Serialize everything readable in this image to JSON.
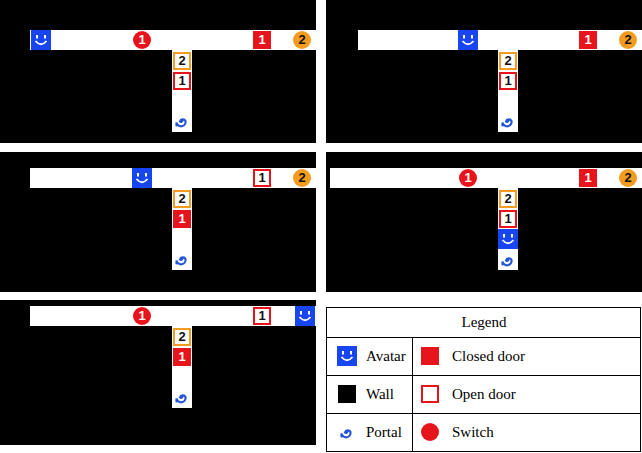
{
  "diagram": {
    "nodes": [
      {
        "text": [
          "1"
        ]
      },
      {
        "text": [
          "1"
        ]
      },
      {
        "text": [
          "2"
        ]
      },
      {
        "text": [
          "2"
        ]
      },
      {
        "text": [
          "1"
        ]
      },
      {
        "text": [
          "1"
        ]
      },
      {
        "text": [
          "2"
        ]
      },
      {
        "text": [
          "2"
        ]
      },
      {
        "text": [
          "1"
        ]
      },
      {
        "text": [
          "1"
        ]
      },
      {
        "text": [
          "2"
        ]
      },
      {
        "text": [
          "2"
        ]
      },
      {
        "text": [
          "1"
        ]
      },
      {
        "text": [
          "1"
        ]
      },
      {
        "text": [
          "1"
        ]
      },
      {
        "text": [
          "2"
        ]
      },
      {
        "text": [
          "2"
        ]
      },
      {
        "text": [
          "1"
        ]
      },
      {
        "text": [
          "1"
        ]
      },
      {
        "text": [
          "1"
        ]
      },
      {
        "text": [
          "2"
        ]
      },
      {
        "text": [
          "1"
        ]
      }
    ],
    "labels": [
      "Legend"
    ],
    "legend": [
      {
        "text": "Avatar"
      },
      {
        "text": "Closed door",
        "color": "#e8141b"
      },
      {
        "text": "Wall",
        "color": "#000000"
      },
      {
        "text": "Open door"
      },
      {
        "text": "Portal"
      },
      {
        "text": "Switch"
      }
    ]
  }
}
